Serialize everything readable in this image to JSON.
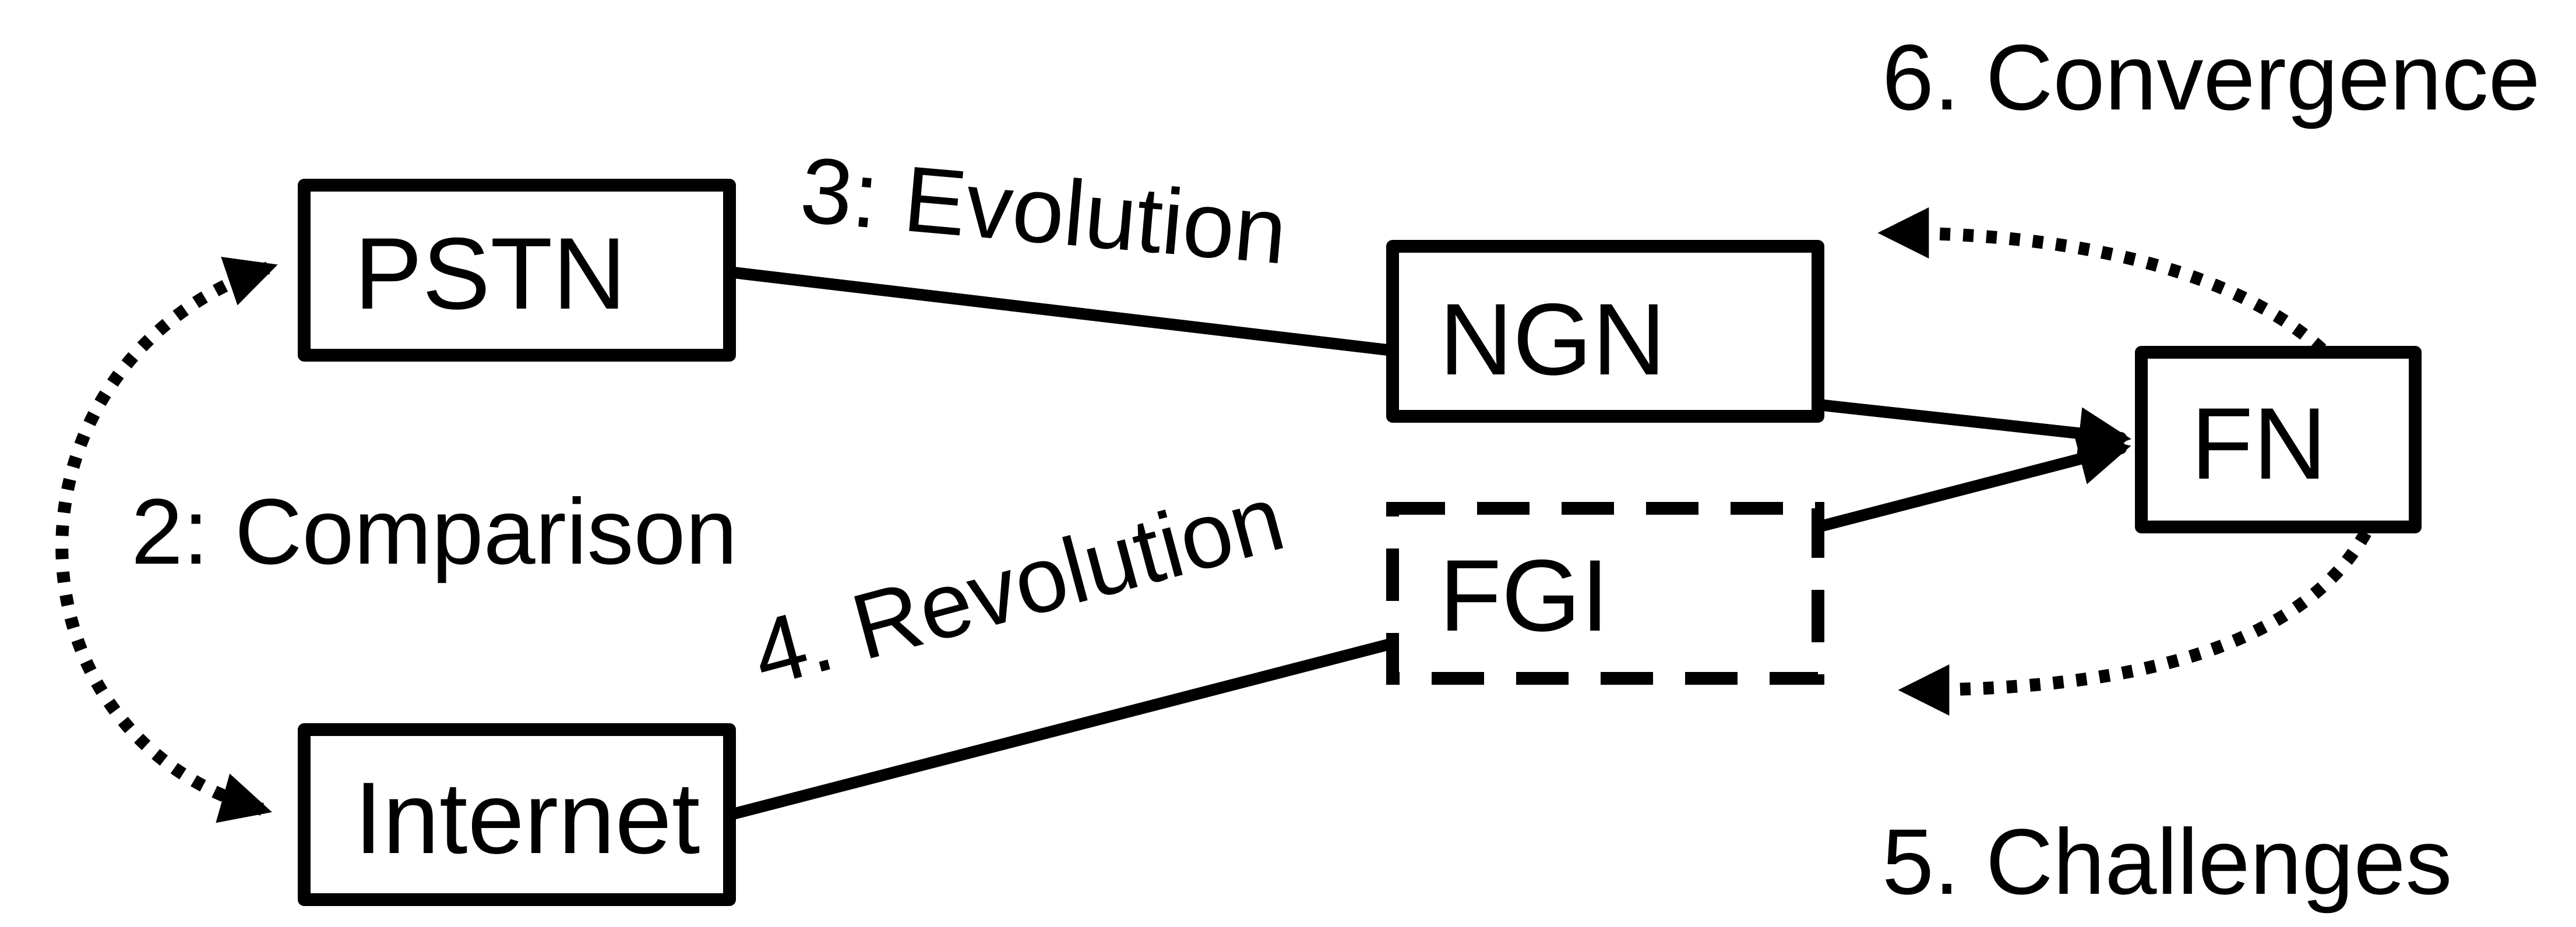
{
  "nodes": {
    "pstn": "PSTN",
    "internet": "Internet",
    "ngn": "NGN",
    "fgi": "FGI",
    "fn": "FN"
  },
  "edges": {
    "comparison": "2: Comparison",
    "evolution": "3: Evolution",
    "revolution": "4. Revolution",
    "challenges": "5. Challenges",
    "convergence": "6. Convergence"
  },
  "styles": {
    "fgi_border": "dashed",
    "comparison_line": "dotted",
    "convergence_line": "dotted",
    "challenges_line": "dotted"
  },
  "colors": {
    "stroke": "#000000",
    "background": "#ffffff"
  }
}
